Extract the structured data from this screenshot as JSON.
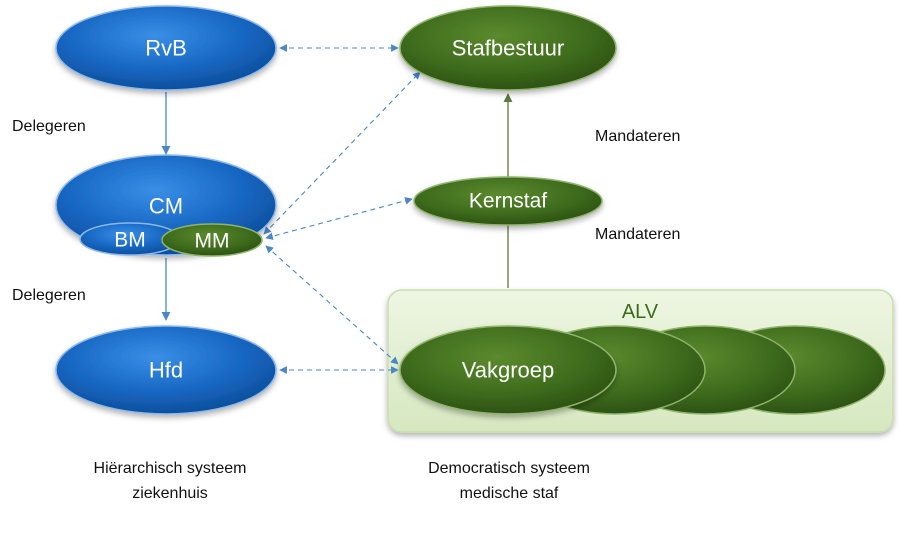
{
  "colors": {
    "blue": "#1565c0",
    "green": "#3d6b1c",
    "alv_panel": "#e4f0d4",
    "connector_blue": "#4a86c8",
    "connector_green": "#5a7a3e"
  },
  "nodes": {
    "rvb": "RvB",
    "cm": "CM",
    "bm": "BM",
    "mm": "MM",
    "hfd": "Hfd",
    "stafbestuur": "Stafbestuur",
    "kernstaf": "Kernstaf",
    "vakgroep": "Vakgroep"
  },
  "alv_label": "ALV",
  "edge_labels": {
    "delegeren_top": "Delegeren",
    "delegeren_bottom": "Delegeren",
    "mandateren_top": "Mandateren",
    "mandateren_bottom": "Mandateren"
  },
  "captions": {
    "left_line1": "Hiërarchisch systeem",
    "left_line2": "ziekenhuis",
    "right_line1": "Democratisch systeem",
    "right_line2": "medische staf"
  }
}
